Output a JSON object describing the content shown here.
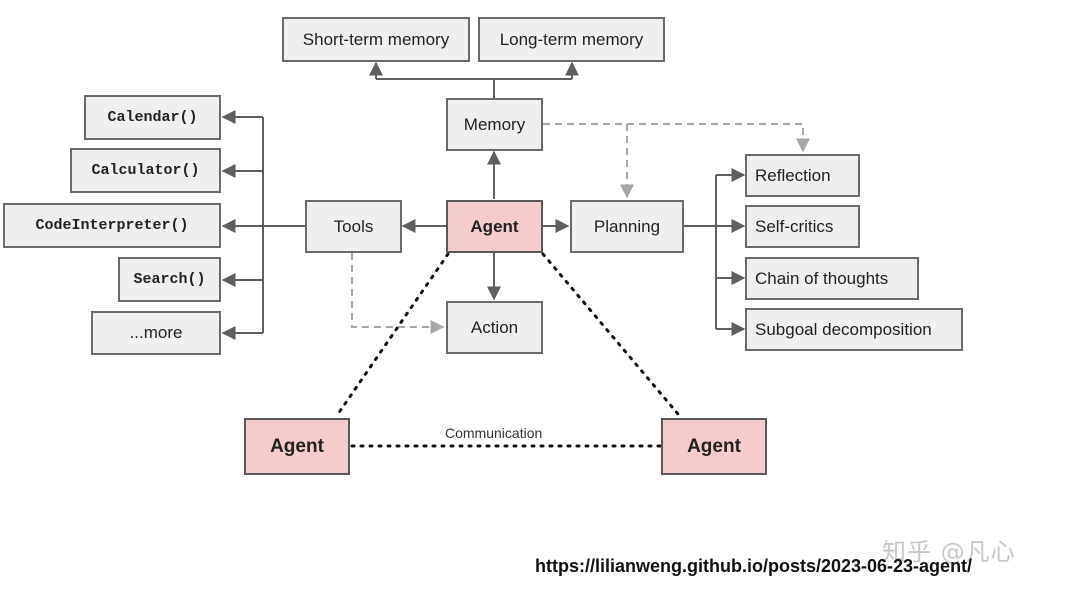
{
  "memory": {
    "label": "Memory",
    "short_term": "Short-term memory",
    "long_term": "Long-term memory"
  },
  "tools": {
    "label": "Tools",
    "items": [
      "Calendar()",
      "Calculator()",
      "CodeInterpreter()",
      "Search()",
      "...more"
    ]
  },
  "agent": {
    "label": "Agent"
  },
  "action": {
    "label": "Action"
  },
  "planning": {
    "label": "Planning",
    "items": [
      "Reflection",
      "Self-critics",
      "Chain of thoughts",
      "Subgoal decomposition"
    ]
  },
  "multi_agent": {
    "left_label": "Agent",
    "right_label": "Agent",
    "link_label": "Communication"
  },
  "footer": {
    "url": "https://lilianweng.github.io/posts/2023-06-23-agent/",
    "watermark": "知乎 @凡心"
  },
  "colors": {
    "box_fill": "#efefef",
    "agent_fill": "#f4cccc",
    "border": "#6b6b6b",
    "arrow_solid": "#5f5f5f",
    "arrow_dashed": "#a6a6a6"
  }
}
